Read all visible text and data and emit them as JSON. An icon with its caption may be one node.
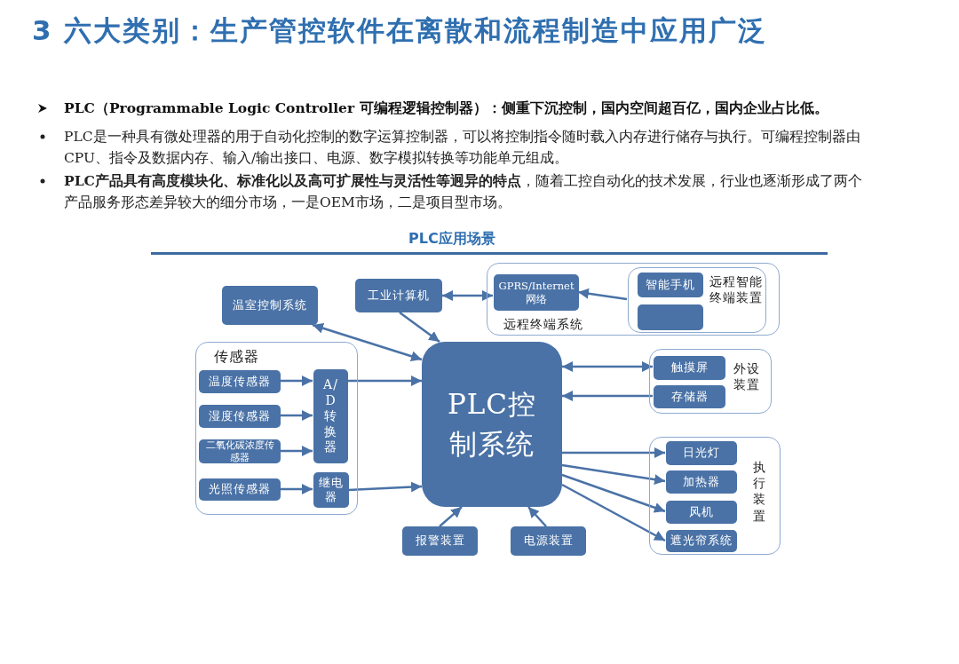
{
  "diagram": {
    "title": "3 六大类别：生产管控软件在离散和流程制造中应用广泛",
    "nodes": [
      {
        "text": [
          "温室控制系统"
        ]
      },
      {
        "text": [
          "工业计算机"
        ]
      },
      {
        "text": [
          "远程终端系统"
        ]
      },
      {
        "text": [
          "GPRS/Internet 网络"
        ],
        "in": 2
      },
      {
        "text": [
          "远程智能终端装置"
        ],
        "in": 2
      },
      {
        "text": [
          "智能手机"
        ],
        "in": 4
      },
      {
        "text": [],
        "shape": "box",
        "in": 4
      },
      {
        "text": [
          "传感器"
        ]
      },
      {
        "text": [
          "温度传感器"
        ],
        "in": 7
      },
      {
        "text": [
          "湿度传感器"
        ],
        "in": 7
      },
      {
        "text": [
          "二氧化碳浓度传感器"
        ],
        "in": 7
      },
      {
        "text": [
          "光照传感器"
        ],
        "in": 7
      },
      {
        "text": [
          "A/D转换器"
        ],
        "in": 7
      },
      {
        "text": [
          "继电器"
        ],
        "in": 7
      },
      {
        "text": [
          "PLC控制系统"
        ]
      },
      {
        "text": [
          "外设装置"
        ]
      },
      {
        "text": [
          "触摸屏"
        ],
        "in": 15
      },
      {
        "text": [
          "存储器"
        ],
        "in": 15
      },
      {
        "text": [
          "执行装置"
        ]
      },
      {
        "text": [
          "日光灯"
        ],
        "in": 18
      },
      {
        "text": [
          "加热器"
        ],
        "in": 18
      },
      {
        "text": [
          "风机"
        ],
        "in": 18
      },
      {
        "text": [
          "遮光帘系统"
        ],
        "in": 18
      },
      {
        "text": [
          "报警装置"
        ]
      },
      {
        "text": [
          "电源装置"
        ]
      }
    ],
    "edges": [
      {
        "from": 0,
        "to": 14,
        "arrow": "both"
      },
      {
        "from": 1,
        "to": 14,
        "arrow": "to"
      },
      {
        "from": 1,
        "to": 3,
        "arrow": "both"
      },
      {
        "from": 4,
        "to": 3,
        "arrow": "to"
      },
      {
        "from": 8,
        "to": 12,
        "arrow": "to"
      },
      {
        "from": 9,
        "to": 12,
        "arrow": "to"
      },
      {
        "from": 10,
        "to": 12,
        "arrow": "to"
      },
      {
        "from": 11,
        "to": 13,
        "arrow": "to"
      },
      {
        "from": 12,
        "to": 14,
        "arrow": "to"
      },
      {
        "from": 13,
        "to": 14,
        "arrow": "to"
      },
      {
        "from": 14,
        "to": 16,
        "arrow": "both"
      },
      {
        "from": 17,
        "to": 14,
        "arrow": "to"
      },
      {
        "from": 14,
        "to": 19,
        "arrow": "to"
      },
      {
        "from": 14,
        "to": 20,
        "arrow": "to"
      },
      {
        "from": 14,
        "to": 21,
        "arrow": "to"
      },
      {
        "from": 14,
        "to": 22,
        "arrow": "to"
      },
      {
        "from": 23,
        "to": 14,
        "arrow": "to"
      },
      {
        "from": 24,
        "to": 14,
        "arrow": "to"
      }
    ],
    "labels": [
      "PLC（Programmable Logic Controller 可编程逻辑控制器）：侧重下沉控制，国内空间超百亿，国内企业占比低。",
      "PLC是一种具有微处理器的用于自动化控制的数字运算控制器，可以将控制指令随时载入内存进行储存与执行。可编程控制器由CPU、指令及数据内存、输入/输出接口、电源、数字模拟转换等功能单元组成。",
      "**PLC产品具有高度模块化、标准化以及高可扩展性与灵活性等迥异的特点**，随着工控自动化的技术发展，行业也逐渐形成了两个产品服务形态差异较大的细分市场，一是OEM市场，二是项目型市场。",
      "PLC应用场景"
    ]
  }
}
